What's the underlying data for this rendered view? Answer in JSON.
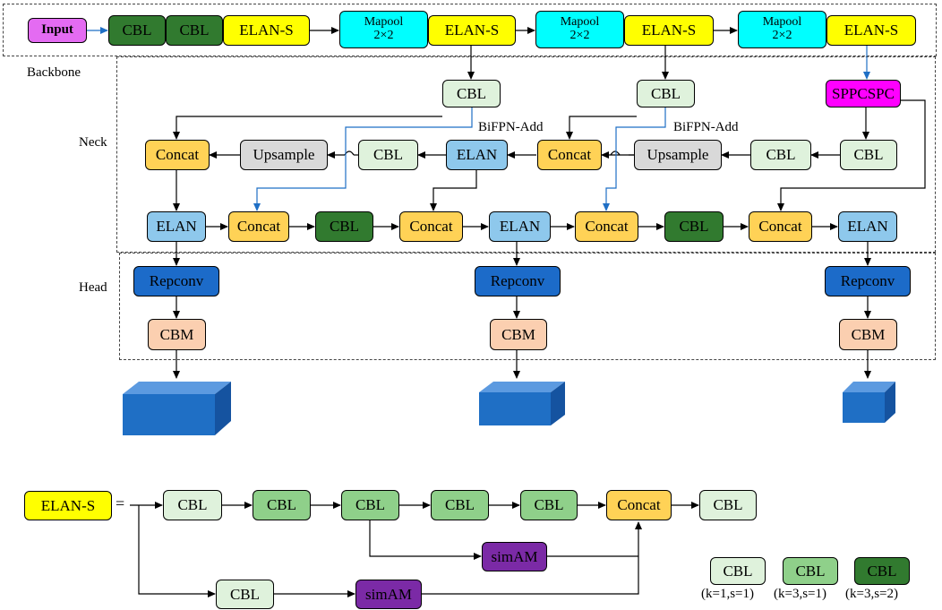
{
  "colors": {
    "input": "#e46bf2",
    "cbl_dark": "#317a2f",
    "cbl_mid": "#8fd08a",
    "cbl_light": "#dff2dc",
    "elan_s": "#ffff00",
    "mapool": "#00ffff",
    "elan": "#8ec8ec",
    "concat": "#ffd256",
    "upsample": "#d9d9d9",
    "sppcspc": "#ff00ff",
    "repconv": "#1c6bc9",
    "cbm": "#fbcfb0",
    "simam": "#7b2aa6",
    "output": "#1f6fc5"
  },
  "sections": {
    "backbone": "Backbone",
    "neck": "Neck",
    "head": "Head"
  },
  "bifpn_label": "BiFPN-Add",
  "backbone": {
    "input": "Input",
    "cbl": "CBL",
    "elan_s": "ELAN-S",
    "mapool": "Mapool\n2×2"
  },
  "neck": {
    "cbl": "CBL",
    "sppcspc": "SPPCSPC",
    "concat": "Concat",
    "upsample": "Upsample",
    "elan": "ELAN"
  },
  "head": {
    "repconv": "Repconv",
    "cbm": "CBM"
  },
  "detail": {
    "elan_s": "ELAN-S",
    "equals": "=",
    "cbl": "CBL",
    "concat": "Concat",
    "simam": "simAM"
  },
  "legend": [
    {
      "label": "CBL",
      "params": "(k=1,s=1)"
    },
    {
      "label": "CBL",
      "params": "(k=3,s=1)"
    },
    {
      "label": "CBL",
      "params": "(k=3,s=2)"
    }
  ]
}
